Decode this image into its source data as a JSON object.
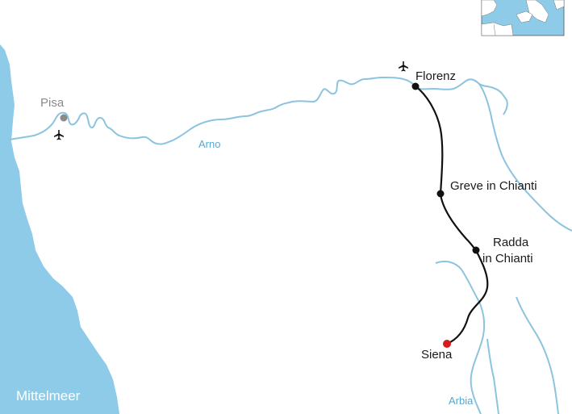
{
  "map": {
    "colors": {
      "sea": "#8dcbe8",
      "river": "#8cc4e0",
      "route": "#111111",
      "stop": "#111111",
      "destination": "#d71920",
      "inactive_place": "#8a8a8a",
      "water_label": "#5aa6cf"
    },
    "places": {
      "pisa": "Pisa",
      "florenz": "Florenz",
      "greve": "Greve in Chianti",
      "radda_line1": "Radda",
      "radda_line2": "in Chianti",
      "siena": "Siena"
    },
    "rivers": {
      "arno": "Arno",
      "arbia": "Arbia"
    },
    "sea": {
      "name": "Mittelmeer"
    },
    "icons": {
      "airport_pisa": "airplane-icon",
      "airport_florenz": "airplane-icon"
    }
  }
}
